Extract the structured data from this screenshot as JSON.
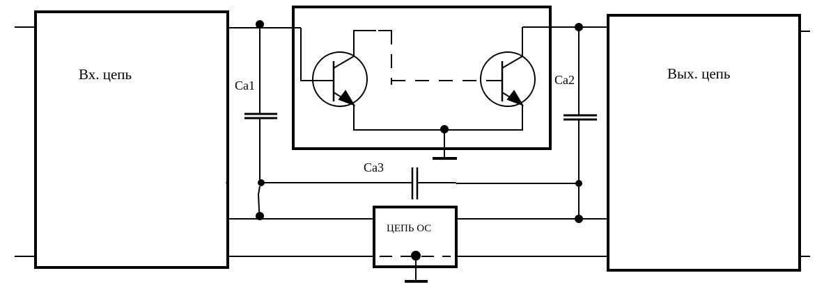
{
  "diagram": {
    "type": "circuit-schematic",
    "stroke_color": "#000000",
    "background": "#ffffff",
    "blocks": {
      "input_circuit": {
        "label": "Вх. цепь"
      },
      "output_circuit": {
        "label": "Вых. цепь"
      },
      "feedback_circuit": {
        "label": "ЦЕПЬ ОС"
      },
      "amplifier": {
        "label": ""
      }
    },
    "capacitors": [
      {
        "id": "ca1",
        "label": "Ca1"
      },
      {
        "id": "ca2",
        "label": "Ca2"
      },
      {
        "id": "ca3",
        "label": "Ca3"
      }
    ],
    "transistors": [
      {
        "id": "vt1",
        "type": "npn"
      },
      {
        "id": "vt2",
        "type": "npn"
      }
    ],
    "grounds": [
      "amplifier-ground",
      "feedback-ground"
    ]
  }
}
